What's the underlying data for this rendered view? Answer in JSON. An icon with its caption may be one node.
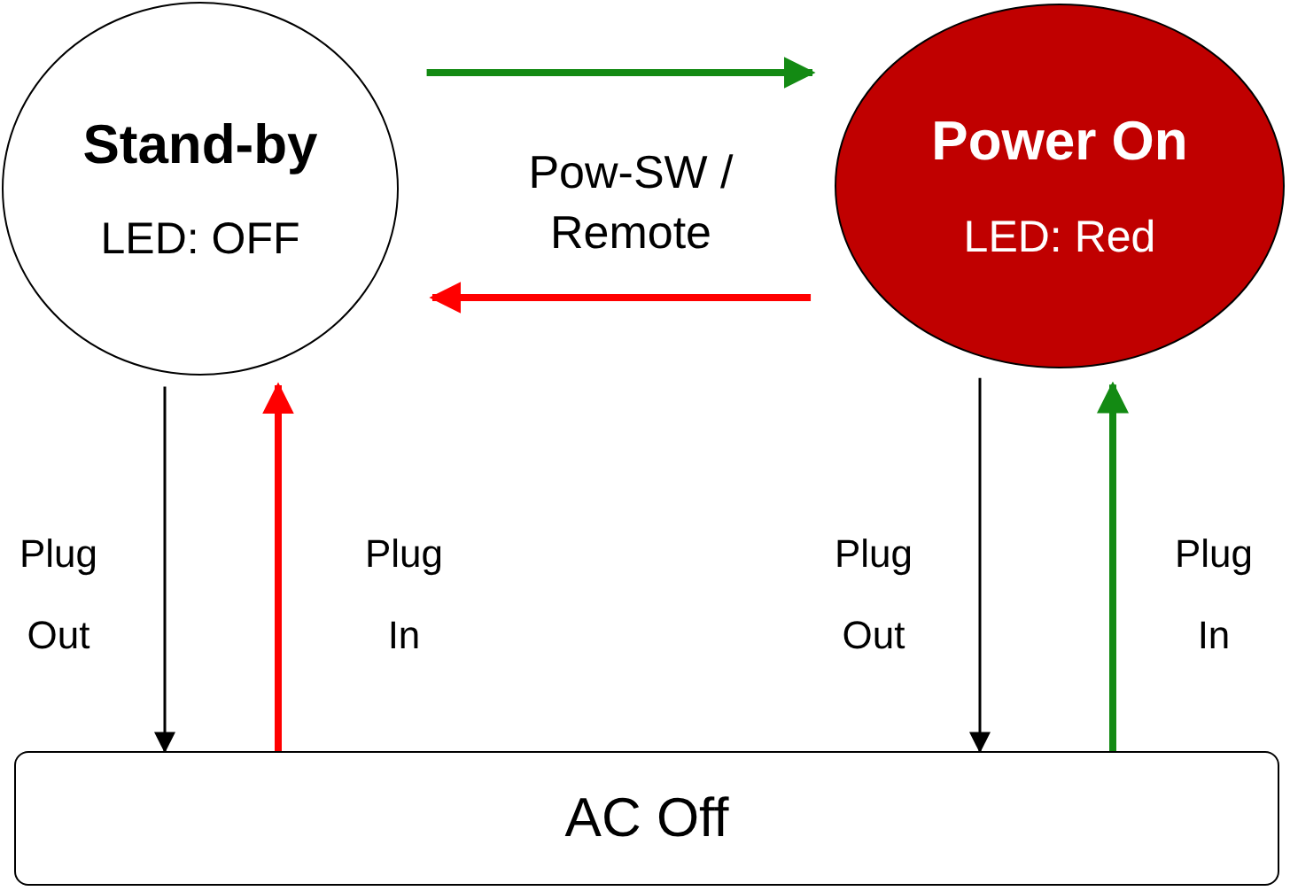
{
  "diagram": {
    "nodes": [
      {
        "text": [
          "Stand-by",
          "LED: OFF"
        ]
      },
      {
        "text": [
          "Power On",
          "LED: Red"
        ]
      },
      {
        "text": [
          "AC Off"
        ]
      }
    ],
    "edges": [
      {
        "from": 0,
        "to": 1,
        "arrow": "to",
        "color": "#138a13"
      },
      {
        "from": 1,
        "to": 0,
        "arrow": "to",
        "color": "#ff0000"
      },
      {
        "from": 0,
        "to": 2,
        "arrow": "to",
        "label": "Plug Out",
        "color": "#000000"
      },
      {
        "from": 2,
        "to": 0,
        "arrow": "to",
        "label": "Plug In",
        "color": "#ff0000"
      },
      {
        "from": 1,
        "to": 2,
        "arrow": "to",
        "label": "Plug Out",
        "color": "#000000"
      },
      {
        "from": 2,
        "to": 1,
        "arrow": "to",
        "label": "Plug In",
        "color": "#138a13"
      }
    ],
    "labels": [
      "Pow-SW / Remote"
    ]
  }
}
